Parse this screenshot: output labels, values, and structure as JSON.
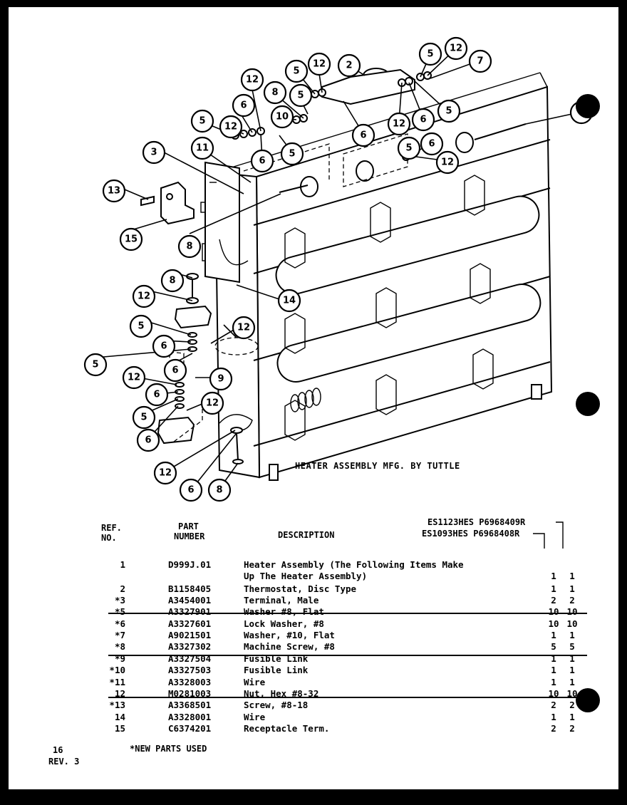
{
  "diagram": {
    "caption": "HEATER ASSEMBLY MFG. BY TUTTLE",
    "callouts": [
      "3",
      "11",
      "13",
      "15",
      "8",
      "12",
      "14",
      "5",
      "6",
      "9",
      "10",
      "2",
      "7"
    ]
  },
  "table": {
    "headers": {
      "ref_line1": "REF.",
      "ref_line2": "NO.",
      "part_line1": "PART",
      "part_line2": "NUMBER",
      "description": "DESCRIPTION",
      "model1": "ES1123HES P6968409R",
      "model2": "ES1093HES P6968408R"
    },
    "rows": [
      {
        "ref": "1",
        "part": "D999J.01",
        "desc": "Heater Assembly (The Following Items Make",
        "q1": "",
        "q2": ""
      },
      {
        "ref": "",
        "part": "",
        "desc": "Up The Heater Assembly)",
        "q1": "1",
        "q2": "1"
      },
      {
        "ref": "2",
        "part": "B1158405",
        "desc": "Thermostat, Disc Type",
        "q1": "1",
        "q2": "1"
      },
      {
        "ref": "*3",
        "part": "A3454001",
        "desc": "Terminal, Male",
        "q1": "2",
        "q2": "2"
      },
      {
        "ref": "*5",
        "part": "A3327901",
        "desc": "Washer #8, Flat",
        "q1": "10",
        "q2": "10"
      },
      {
        "ref": "*6",
        "part": "A3327601",
        "desc": "Lock Washer, #8",
        "q1": "10",
        "q2": "10"
      },
      {
        "ref": "*7",
        "part": "A9021501",
        "desc": "Washer, #10, Flat",
        "q1": "1",
        "q2": "1"
      },
      {
        "ref": "*8",
        "part": "A3327302",
        "desc": "Machine Screw, #8",
        "q1": "5",
        "q2": "5"
      },
      {
        "ref": "*9",
        "part": "A3327504",
        "desc": "Fusible Link",
        "q1": "1",
        "q2": "1"
      },
      {
        "ref": "*10",
        "part": "A3327503",
        "desc": "Fusible Link",
        "q1": "1",
        "q2": "1"
      },
      {
        "ref": "*11",
        "part": "A3328003",
        "desc": "Wire",
        "q1": "1",
        "q2": "1"
      },
      {
        "ref": "12",
        "part": "M0281003",
        "desc": "Nut, Hex #8-32",
        "q1": "10",
        "q2": "10"
      },
      {
        "ref": "*13",
        "part": "A3368501",
        "desc": "Screw, #8-18",
        "q1": "2",
        "q2": "2"
      },
      {
        "ref": "14",
        "part": "A3328001",
        "desc": "Wire",
        "q1": "1",
        "q2": "1"
      },
      {
        "ref": "15",
        "part": "C6374201",
        "desc": "Receptacle Term.",
        "q1": "2",
        "q2": "2"
      }
    ]
  },
  "footer": {
    "page": "16",
    "rev": "REV. 3",
    "note": "*NEW PARTS USED"
  }
}
